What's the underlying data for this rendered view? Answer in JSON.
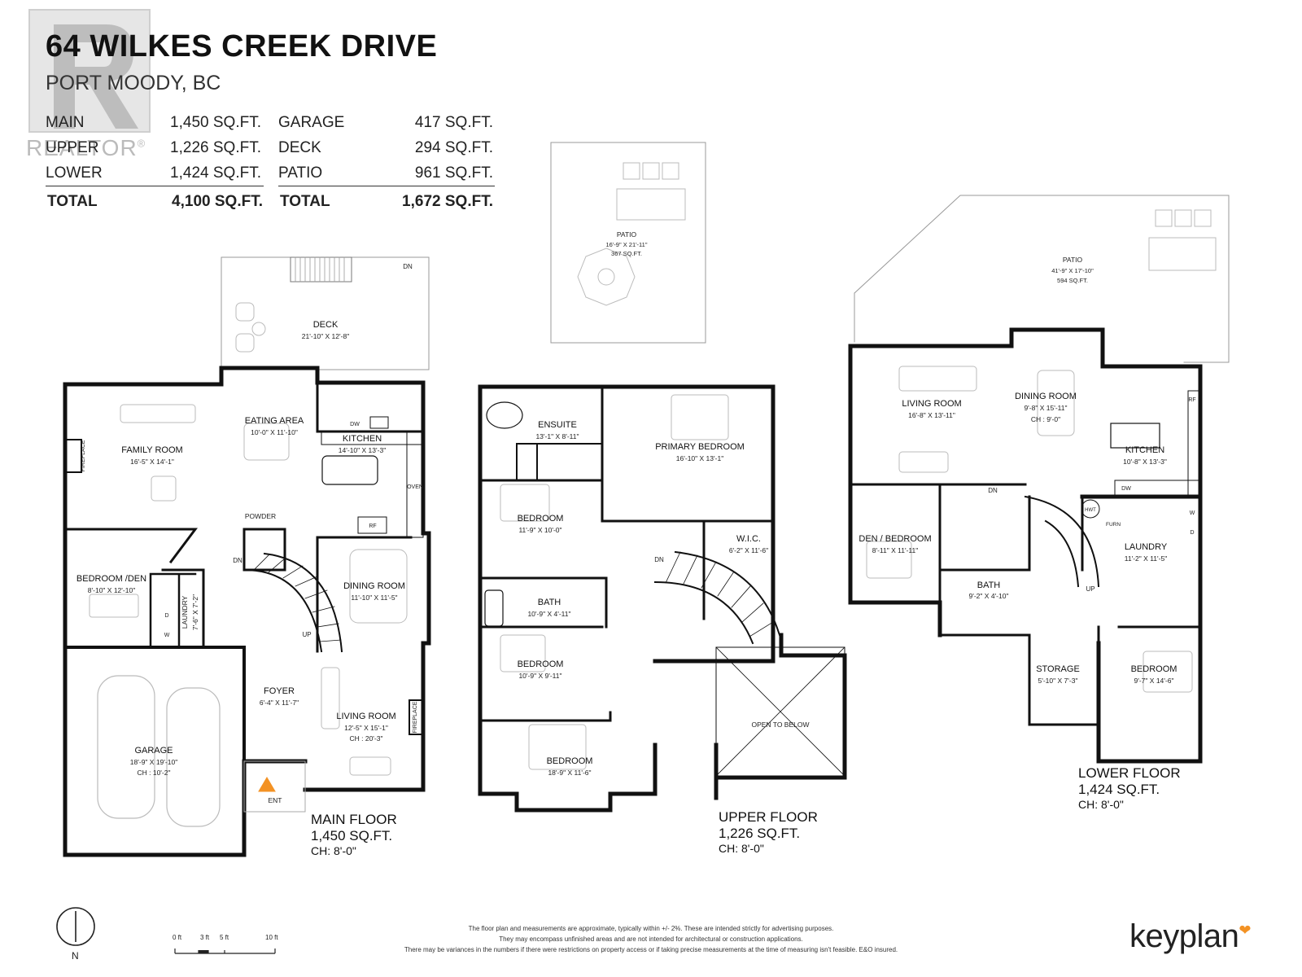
{
  "header": {
    "title": "64 WILKES CREEK DRIVE",
    "subtitle": "PORT MOODY, BC"
  },
  "watermark": {
    "text": "REALTOR",
    "mark": "®",
    "icon": "realtor-r-logo"
  },
  "areas_left": [
    {
      "label": "MAIN",
      "value": "1,450 SQ.FT."
    },
    {
      "label": "UPPER",
      "value": "1,226 SQ.FT."
    },
    {
      "label": "LOWER",
      "value": "1,424 SQ.FT."
    }
  ],
  "areas_left_total": {
    "label": "TOTAL",
    "value": "4,100 SQ.FT."
  },
  "areas_right": [
    {
      "label": "GARAGE",
      "value": "417 SQ.FT."
    },
    {
      "label": "DECK",
      "value": "294 SQ.FT."
    },
    {
      "label": "PATIO",
      "value": "961 SQ.FT."
    }
  ],
  "areas_right_total": {
    "label": "TOTAL",
    "value": "1,672 SQ.FT."
  },
  "main_floor": {
    "label": "MAIN FLOOR",
    "area": "1,450 SQ.FT.",
    "ceiling": "CH: 8'-0\"",
    "rooms": [
      {
        "name": "DECK",
        "dims": "21'-10\" X 12'-8\""
      },
      {
        "name": "EATING AREA",
        "dims": "10'-0\" X 11'-10\""
      },
      {
        "name": "FAMILY ROOM",
        "dims": "16'-5\" X 14'-1\""
      },
      {
        "name": "KITCHEN",
        "dims": "14'-10\" X 13'-3\""
      },
      {
        "name": "BEDROOM /DEN",
        "dims": "8'-10\" X 12'-10\""
      },
      {
        "name": "DINING ROOM",
        "dims": "11'-10\" X 11'-5\""
      },
      {
        "name": "FOYER",
        "dims": "6'-4\" X 11'-7\""
      },
      {
        "name": "LIVING ROOM",
        "dims": "12'-5\" X 15'-1\"",
        "extra": "CH : 20'-3\""
      },
      {
        "name": "GARAGE",
        "dims": "18'-9\" X 19'-10\"",
        "extra": "CH : 10'-2\""
      }
    ],
    "small": {
      "powder": "POWDER",
      "laundry": "LAUNDRY",
      "laundry_dims": "7'-6\" X 7'-2\"",
      "fireplace1": "FIREPLACE",
      "fireplace2": "FIREPLACE",
      "dw": "DW",
      "oven": "OVEN",
      "rf": "RF",
      "w": "W",
      "d": "D",
      "dn": "DN",
      "dn2": "DN",
      "up": "UP",
      "ent": "ENT"
    }
  },
  "upper_floor": {
    "label": "UPPER FLOOR",
    "area": "1,226 SQ.FT.",
    "ceiling": "CH: 8'-0\"",
    "patio": {
      "name": "PATIO",
      "dims": "16'-9\" X 21'-11\"",
      "area": "367 SQ.FT."
    },
    "rooms": [
      {
        "name": "ENSUITE",
        "dims": "13'-1\" X 8'-11\""
      },
      {
        "name": "PRIMARY BEDROOM",
        "dims": "16'-10\" X 13'-1\""
      },
      {
        "name": "BEDROOM",
        "dims": "11'-9\" X 10'-0\""
      },
      {
        "name": "W.I.C.",
        "dims": "6'-2\" X 11'-6\""
      },
      {
        "name": "BATH",
        "dims": "10'-9\" X 4'-11\""
      },
      {
        "name": "BEDROOM",
        "dims": "10'-9\" X 9'-11\""
      },
      {
        "name": "BEDROOM",
        "dims": "18'-9\" X 11'-6\""
      }
    ],
    "open_to_below": "OPEN TO BELOW",
    "dn": "DN"
  },
  "lower_floor": {
    "label": "LOWER FLOOR",
    "area": "1,424 SQ.FT.",
    "ceiling": "CH: 8'-0\"",
    "patio": {
      "name": "PATIO",
      "dims": "41'-9\" X 17'-10\"",
      "area": "594 SQ.FT."
    },
    "rooms": [
      {
        "name": "LIVING ROOM",
        "dims": "16'-8\" X 13'-11\""
      },
      {
        "name": "DINING ROOM",
        "dims": "9'-8\" X 15'-11\"",
        "extra": "CH : 9'-0\""
      },
      {
        "name": "KITCHEN",
        "dims": "10'-8\" X 13'-3\""
      },
      {
        "name": "DEN / BEDROOM",
        "dims": "8'-11\" X 11'-11\""
      },
      {
        "name": "LAUNDRY",
        "dims": "11'-2\" X 11'-5\""
      },
      {
        "name": "BATH",
        "dims": "9'-2\" X 4'-10\""
      },
      {
        "name": "STORAGE",
        "dims": "5'-10\" X 7'-3\""
      },
      {
        "name": "BEDROOM",
        "dims": "9'-7\" X 14'-6\""
      }
    ],
    "small": {
      "rf": "RF",
      "dw": "DW",
      "dn": "DN",
      "up": "UP",
      "hwt": "HWT",
      "furn": "FURN",
      "w": "W",
      "d": "D"
    }
  },
  "compass": {
    "letter": "N",
    "icon": "north-arrow-icon"
  },
  "scale_bar": {
    "labels": [
      "0 ft",
      "3 ft",
      "5 ft",
      "10 ft"
    ]
  },
  "disclaimer": [
    "The floor plan and measurements are approximate, typically within +/- 2%. These are intended strictly for advertising purposes.",
    "They may encompass unfinished areas and are not intended for architectural or construction applications.",
    "There may be variances in the numbers if there were restrictions on property access or if taking precise measurements at the time of measuring isn't feasible. E&O insured."
  ],
  "brand": {
    "name": "keyplan",
    "icon": "keyplan-mark",
    "color": "#f39224"
  }
}
